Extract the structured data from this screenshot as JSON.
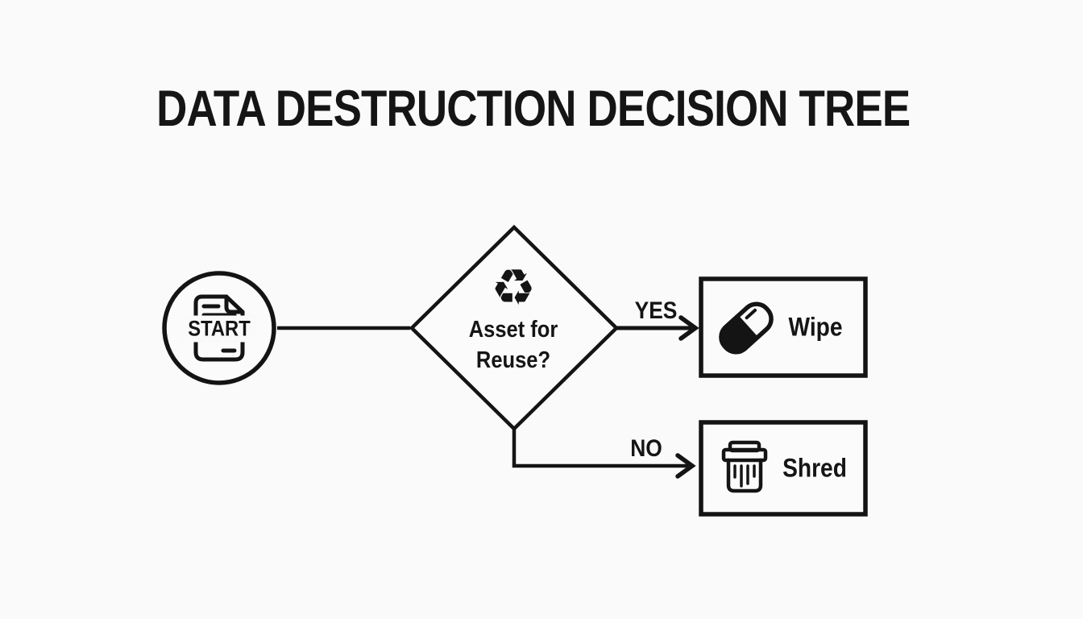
{
  "title": "DATA DESTRUCTION DECISION TREE",
  "colors": {
    "ink": "#141414",
    "background": "#fafafa"
  },
  "nodes": {
    "start": {
      "label": "START",
      "shape": "circle",
      "icon": "document-icon"
    },
    "decision": {
      "question_line1": "Asset for",
      "question_line2": "Reuse?",
      "shape": "diamond",
      "icon": "recycle-icon",
      "recycle_glyph": "♻"
    },
    "wipe": {
      "label": "Wipe",
      "shape": "rectangle",
      "icon": "eraser-icon"
    },
    "shred": {
      "label": "Shred",
      "shape": "rectangle",
      "icon": "shredder-icon"
    }
  },
  "edges": {
    "yes": {
      "label": "YES",
      "from": "decision",
      "to": "wipe"
    },
    "no": {
      "label": "NO",
      "from": "decision",
      "to": "shred"
    }
  }
}
